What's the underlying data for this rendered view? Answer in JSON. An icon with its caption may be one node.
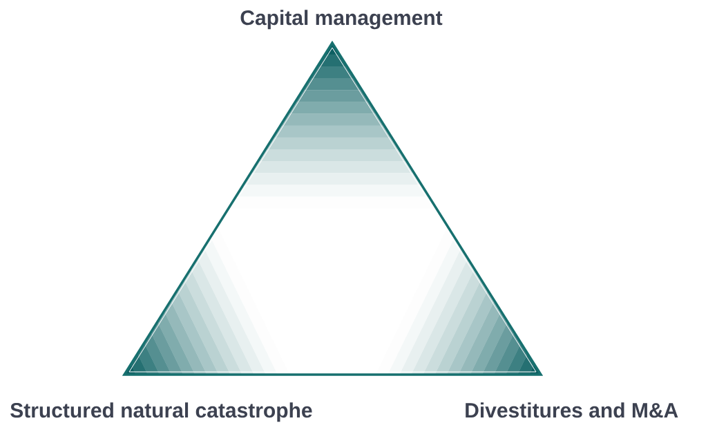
{
  "diagram": {
    "labels": [
      "Capital management",
      "Structured natural catastrophe",
      "Divestitures and M&A"
    ]
  }
}
